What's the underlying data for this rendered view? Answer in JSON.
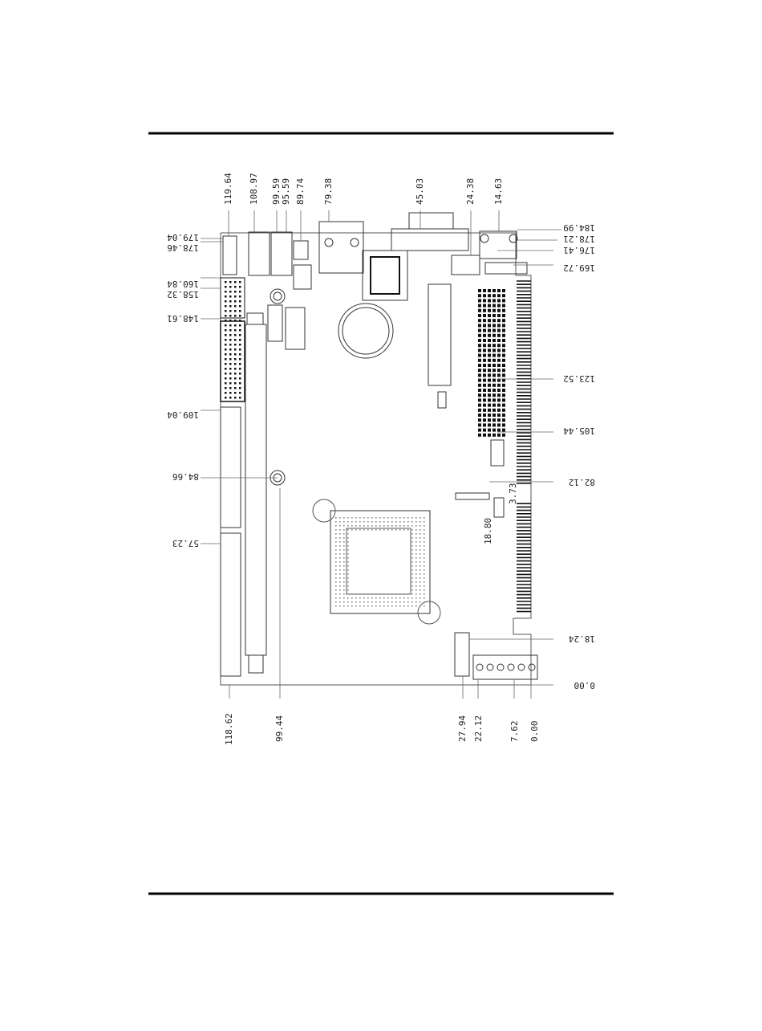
{
  "top_labels": [
    "119.64",
    "108.97",
    "99.59",
    "95.59",
    "89.74",
    "79.38",
    "45.03",
    "24.38",
    "14.63"
  ],
  "bottom_labels": [
    "118.62",
    "99.44",
    "27.94",
    "22.12",
    "7.62",
    "0.00"
  ],
  "left_labels": [
    "179.04",
    "178.46",
    "160.84",
    "158.32",
    "148.61",
    "109.04",
    "84.66",
    "57.23"
  ],
  "right_labels": [
    "184.99",
    "178.21",
    "176.41",
    "169.72",
    "123.52",
    "105.44",
    "82.12",
    "18.24",
    "0.00"
  ],
  "inner_labels": [
    "18.80",
    "3.73"
  ],
  "colors": {
    "ink": "#111111",
    "rule": "#000000"
  }
}
